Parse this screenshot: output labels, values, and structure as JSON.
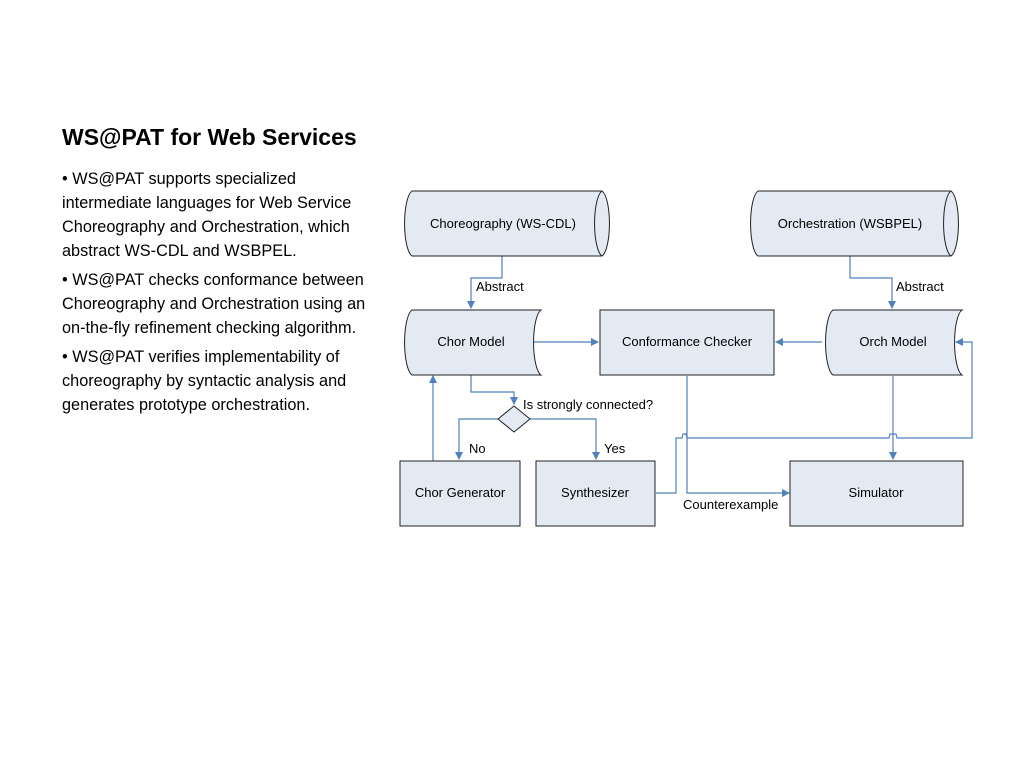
{
  "slide": {
    "title": "WS@PAT for Web Services",
    "bullets": [
      "• WS@PAT supports specialized intermediate languages for Web Service Choreography and Orchestration, which abstract WS-CDL and WSBPEL.",
      "• WS@PAT checks conformance between Choreography and Orchestration using an on-the-fly refinement checking algorithm.",
      "• WS@PAT verifies implementability of choreography by syntactic analysis and generates prototype orchestration."
    ]
  },
  "diagram": {
    "nodes": {
      "choreography": "Choreography (WS-CDL)",
      "orchestration": "Orchestration (WSBPEL)",
      "chor_model": "Chor Model",
      "conformance_checker": "Conformance Checker",
      "orch_model": "Orch Model",
      "decision": "Is strongly connected?",
      "chor_generator": "Chor Generator",
      "synthesizer": "Synthesizer",
      "simulator": "Simulator"
    },
    "edge_labels": {
      "abstract_left": "Abstract",
      "abstract_right": "Abstract",
      "no": "No",
      "yes": "Yes",
      "counterexample": "Counterexample"
    },
    "colors": {
      "fill": "#e4eaf4",
      "stroke": "#222222",
      "arrow": "#4f81bd"
    }
  }
}
